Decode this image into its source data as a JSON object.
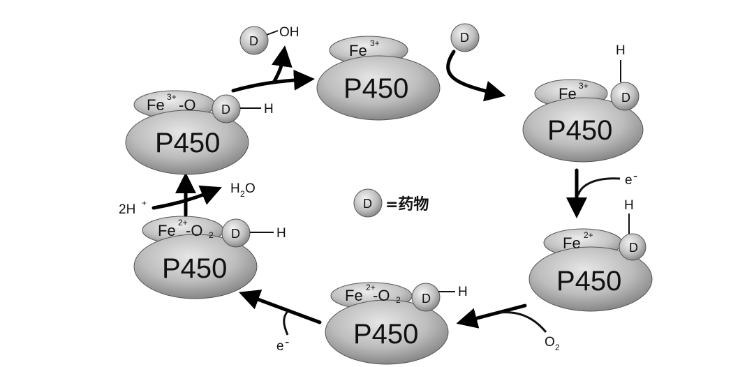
{
  "enzyme_label": "P450",
  "drug_symbol": "D",
  "legend": {
    "symbol": "D",
    "equals_text": "=药物"
  },
  "states": {
    "s1": {
      "fe": "Fe",
      "fe_sup": "3+"
    },
    "s2": {
      "fe": "Fe",
      "fe_sup": "3+",
      "h": "H"
    },
    "s3": {
      "fe": "Fe",
      "fe_sup": "2+",
      "h": "H"
    },
    "s4": {
      "fe": "Fe",
      "fe_sup": "2+",
      "o2": "-O",
      "o2_sub": "2",
      "h": "H"
    },
    "s5": {
      "fe": "Fe",
      "fe_sup": "2+",
      "o2": "-O",
      "o2_sub": "2",
      "h": "H"
    },
    "s6": {
      "fe": "Fe",
      "fe_sup": "3+",
      "o": "-O",
      "h": "H"
    }
  },
  "product": {
    "d": "D",
    "oh": "OH"
  },
  "electron_1": {
    "e": "e",
    "sup": "-"
  },
  "electron_2": {
    "e": "e",
    "sup": "-"
  },
  "oxygen": {
    "o": "O",
    "sub": "2"
  },
  "protons": {
    "base": "2H",
    "sup": "+"
  },
  "water": {
    "h": "H",
    "sub": "2",
    "o": "O"
  }
}
